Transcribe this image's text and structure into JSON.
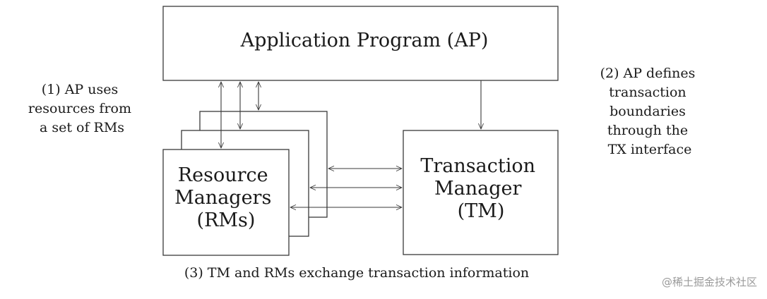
{
  "ap_box": {
    "label": "Application Program (AP)"
  },
  "rm_box": {
    "lines": [
      "Resource",
      "Managers",
      "(RMs)"
    ]
  },
  "tm_box": {
    "lines": [
      "Transaction",
      "Manager",
      "(TM)"
    ]
  },
  "note_1": {
    "lines": [
      "(1) AP uses",
      "resources from",
      "a set of RMs"
    ]
  },
  "note_2": {
    "lines": [
      "(2) AP defines",
      "transaction",
      "boundaries",
      "through the",
      "TX interface"
    ]
  },
  "note_3": {
    "text": "(3) TM and RMs exchange transaction information"
  },
  "watermark": {
    "text": "@稀土掘金技术社区"
  }
}
